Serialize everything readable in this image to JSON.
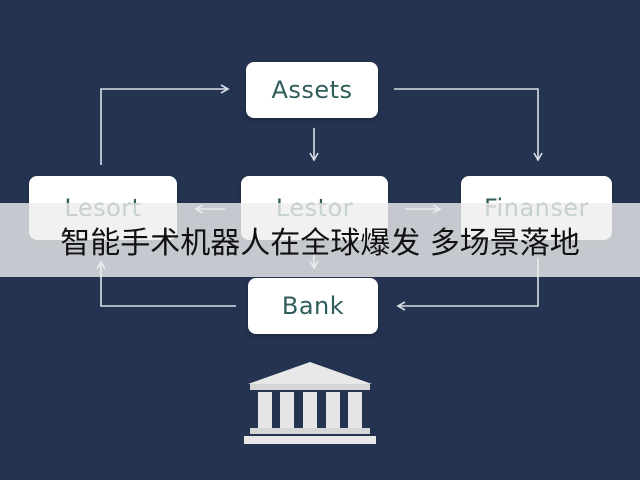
{
  "nodes": {
    "assets": "Assets",
    "lesort": "Lesort",
    "lestor": "Lestor",
    "finanser": "Finanser",
    "bank": "Bank"
  },
  "banner": {
    "caption": "智能手术机器人在全球爆发 多场景落地"
  },
  "icons": {
    "bank_building": "bank-building-icon"
  },
  "colors": {
    "background": "#243450",
    "node_fill": "#ffffff",
    "node_text": "#2f5e5a",
    "arrow": "#d9dee6",
    "banner_fill": "#eeeeee",
    "banner_text": "#111111"
  }
}
